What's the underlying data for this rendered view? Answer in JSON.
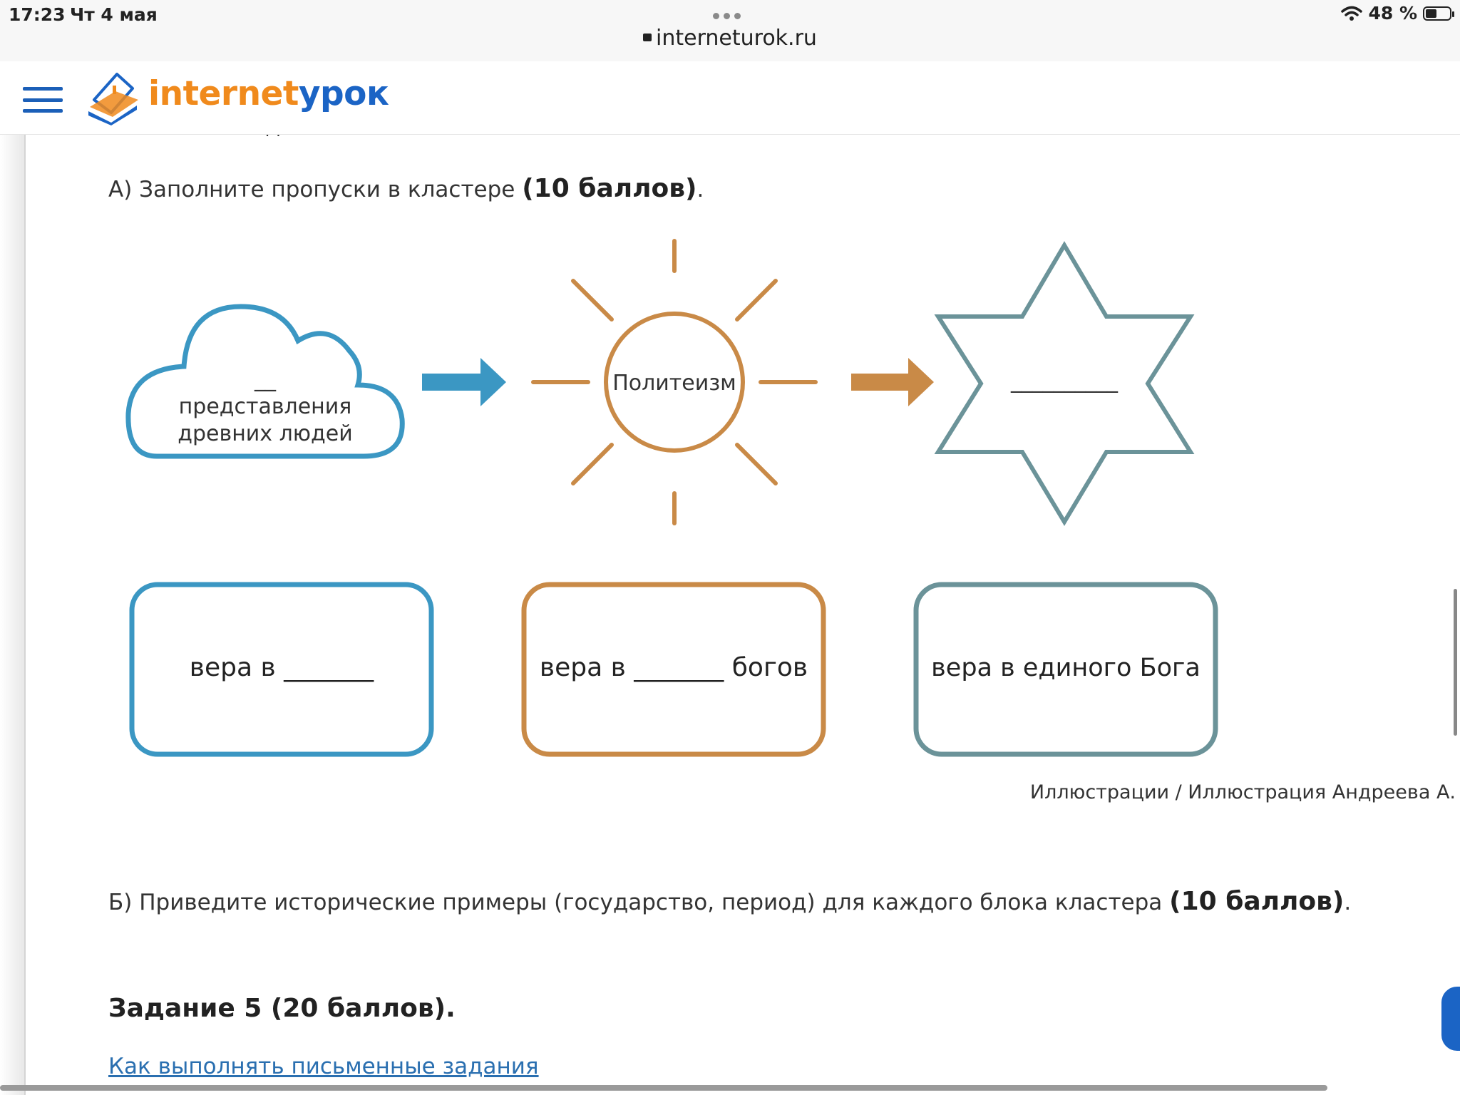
{
  "status_bar": {
    "time": "17:23",
    "date": "Чт 4 мая",
    "url": "interneturok.ru",
    "battery": "48 %",
    "battery_level": 0.48
  },
  "header": {
    "logo_part1": "internet",
    "logo_part2": "урок",
    "logo_color_1": "#f08a1c",
    "logo_color_2": "#1b64c5"
  },
  "content": {
    "clipped_heading": "Выполните задание.",
    "task_a_text": "А) Заполните пропуски в кластере ",
    "task_a_points": "(10 баллов)",
    "task_a_end": ".",
    "cluster": {
      "cloud_blank": "__",
      "cloud_line1": "представления",
      "cloud_line2": "древних людей",
      "sun_label": "Политеизм",
      "star_blank": "__________",
      "box1": "вера в _______",
      "box2": "вера в _______ богов",
      "box3": "вера в единого Бога",
      "color_blue": "#3b97c3",
      "color_orange": "#c98a47",
      "color_teal": "#6b9399"
    },
    "caption": "Иллюстрации / Иллюстрация Андреева А.",
    "task_b_text": "Б) Приведите исторические примеры (государство, период) для каждого блока кластера ",
    "task_b_points": "(10 баллов)",
    "task_b_end": ".",
    "task5_heading": "Задание 5 (20 баллов).",
    "help_link": "Как выполнять письменные задания"
  }
}
